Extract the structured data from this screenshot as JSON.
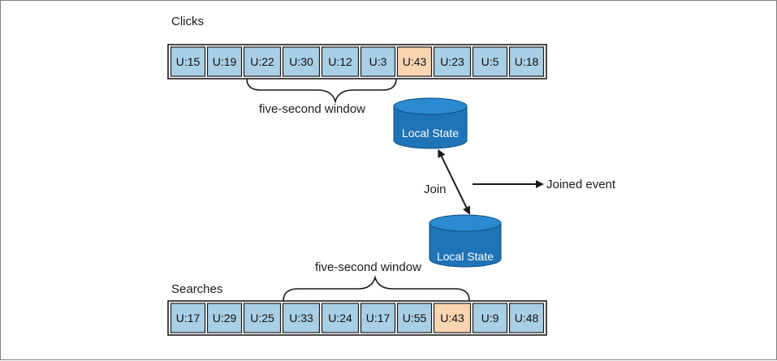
{
  "clicks": {
    "label": "Clicks",
    "cells": [
      "U:15",
      "U:19",
      "U:22",
      "U:30",
      "U:12",
      "U:3",
      "U:43",
      "U:23",
      "U:5",
      "U:18"
    ],
    "highlight_index": 6,
    "window_label": "five-second window"
  },
  "searches": {
    "label": "Searches",
    "cells": [
      "U:17",
      "U:29",
      "U:25",
      "U:33",
      "U:24",
      "U:17",
      "U:55",
      "U:43",
      "U:9",
      "U:48"
    ],
    "highlight_index": 7,
    "window_label": "five-second window"
  },
  "local_state_top": {
    "label": "Local State"
  },
  "local_state_bottom": {
    "label": "Local State"
  },
  "join_label": "Join",
  "joined_event_label": "Joined event",
  "colors": {
    "cell_fill": "#a9cfe6",
    "cell_highlight": "#fbd5b0",
    "cylinder_fill": "#1f73b7",
    "cylinder_top": "#2b8ad0",
    "stroke": "#1a1a1a"
  }
}
